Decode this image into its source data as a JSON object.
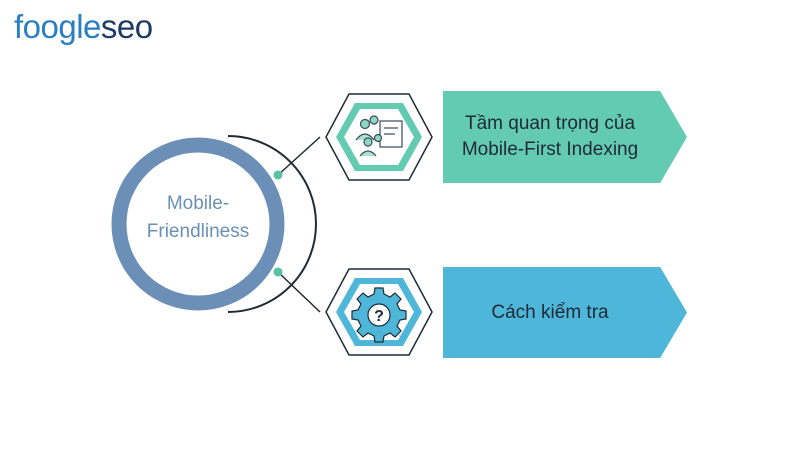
{
  "logo": {
    "part1": "foogle",
    "part2": "seo"
  },
  "center": {
    "label_line1": "Mobile-",
    "label_line2": "Friendliness"
  },
  "items": [
    {
      "label_line1": "Tầm quan trọng của",
      "label_line2": "Mobile-First Indexing",
      "icon": "team-presentation-icon",
      "color": "#63cbb2"
    },
    {
      "label": "Cách kiểm tra",
      "icon": "gear-question-icon",
      "color": "#4eb6d9"
    }
  ],
  "colors": {
    "ring": "#6b8fb6",
    "connector": "#56c3a5",
    "text": "#1f2a35"
  }
}
